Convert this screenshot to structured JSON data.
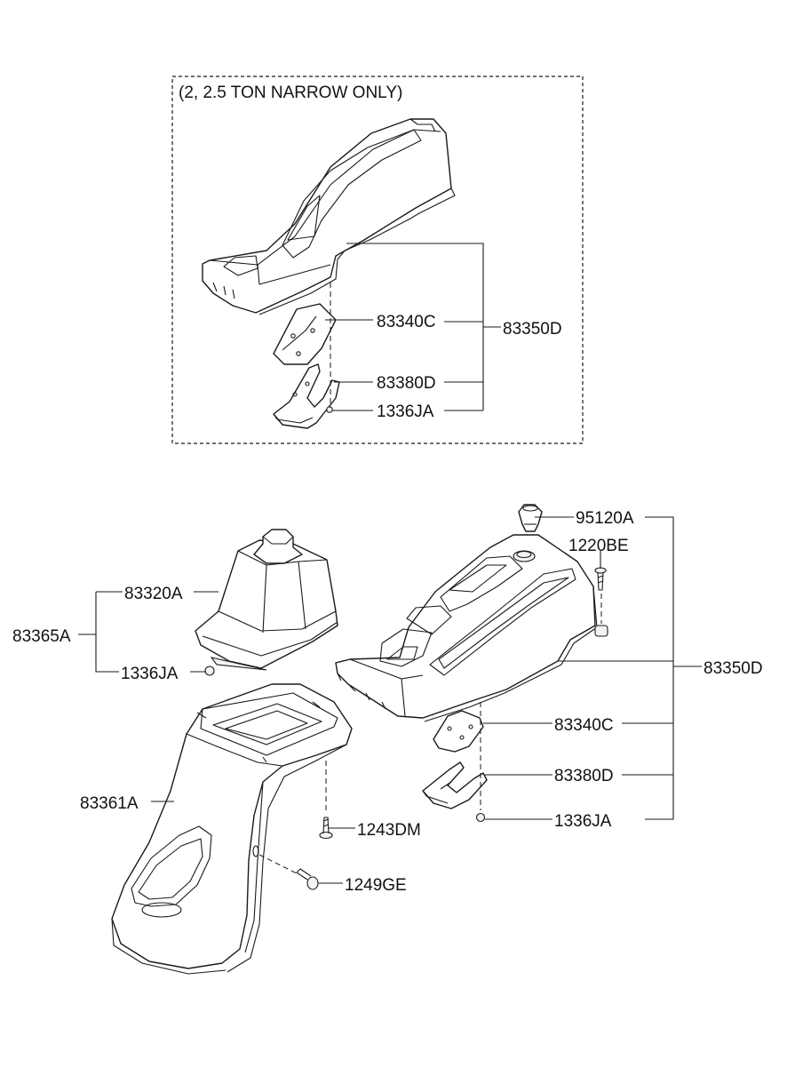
{
  "inset": {
    "note": "(2, 2.5 TON NARROW ONLY)",
    "labels": {
      "pad": "83340C",
      "bracket": "83380D",
      "clip": "1336JA",
      "assembly": "83350D"
    }
  },
  "main": {
    "labels": {
      "socket": "95120A",
      "screw_top": "1220BE",
      "boot": "83320A",
      "boot_assembly": "83365A",
      "clip_boot": "1336JA",
      "pad": "83340C",
      "bracket": "83380D",
      "clip": "1336JA",
      "assembly": "83350D",
      "lower_console": "83361A",
      "screw_lower": "1243DM",
      "screw_side": "1249GE"
    }
  }
}
